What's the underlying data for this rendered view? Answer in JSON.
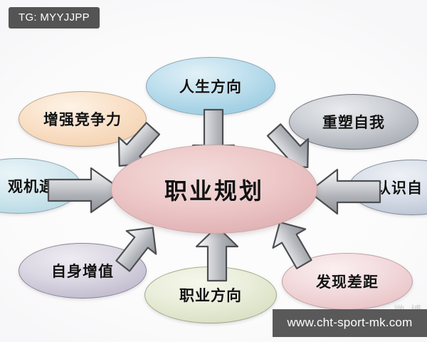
{
  "diagram": {
    "title": "职业规划",
    "center": {
      "id": "center",
      "label": "职业规划",
      "color": "#e8c6c7"
    },
    "nodes": [
      {
        "id": "top",
        "label": "人生方向",
        "color": "#b5dcec",
        "position": "top"
      },
      {
        "id": "topleft",
        "label": "增强竞争力",
        "color": "#f8ddc2",
        "position": "top-left"
      },
      {
        "id": "topright",
        "label": "重塑自我",
        "color": "#c6cad0",
        "position": "top-right"
      },
      {
        "id": "left",
        "label": "观机遇",
        "color": "#cbe5ed",
        "position": "left"
      },
      {
        "id": "right",
        "label": "认识自",
        "color": "#d2d9e4",
        "position": "right"
      },
      {
        "id": "bottomleft",
        "label": "自身增值",
        "color": "#d5d1de",
        "position": "bottom-left"
      },
      {
        "id": "bottom",
        "label": "职业方向",
        "color": "#e6ebd5",
        "position": "bottom"
      },
      {
        "id": "bottomright",
        "label": "发现差距",
        "color": "#f0d6d9",
        "position": "bottom-right"
      }
    ],
    "arrow_color": "#b9bcc0",
    "arrow_outline": "#4c4e52"
  },
  "watermarks": {
    "top_left": "TG: MYYJJPP",
    "bottom_right": "www.cht-sport-mk.com",
    "faint_logo": "微 博"
  }
}
